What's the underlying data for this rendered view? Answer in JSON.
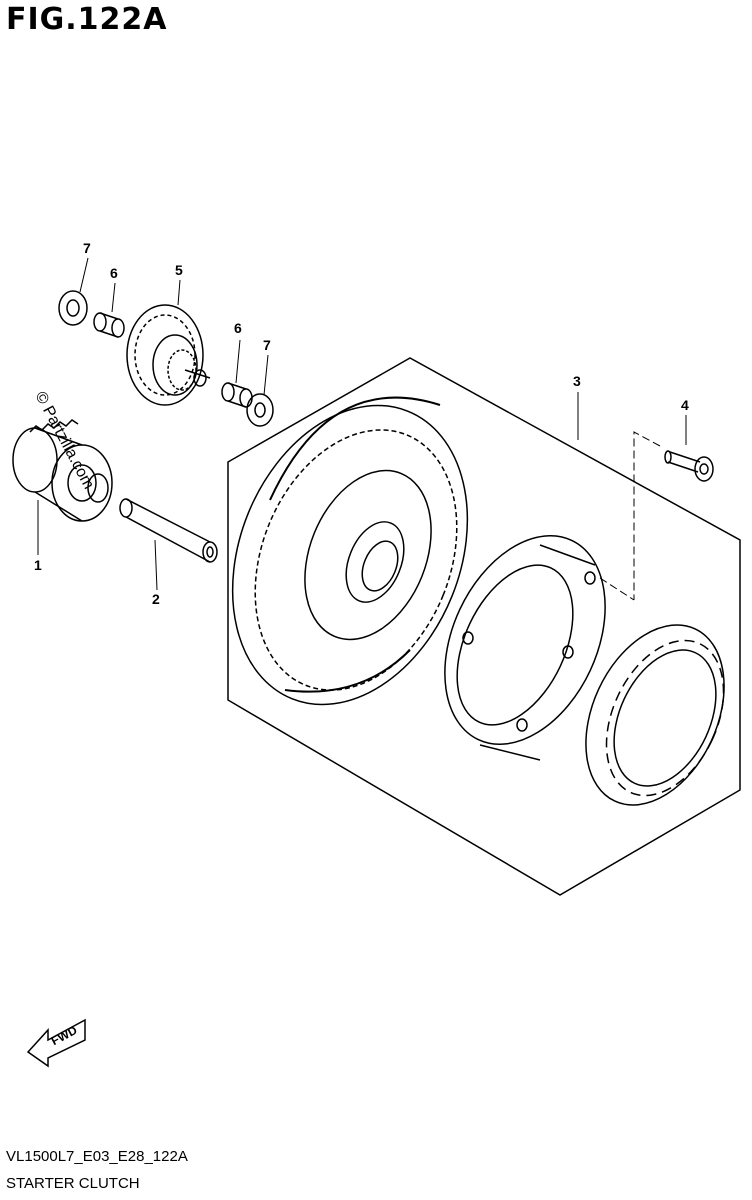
{
  "figure": {
    "title": "FIG.122A"
  },
  "callouts": {
    "c1": "1",
    "c2": "2",
    "c3": "3",
    "c4": "4",
    "c5": "5",
    "c6a": "6",
    "c6b": "6",
    "c7a": "7",
    "c7b": "7"
  },
  "watermark": "© Partzilla.com",
  "fwd_label": "FWD",
  "footer": {
    "code": "VL1500L7_E03_E28_122A",
    "caption": "STARTER CLUTCH"
  }
}
